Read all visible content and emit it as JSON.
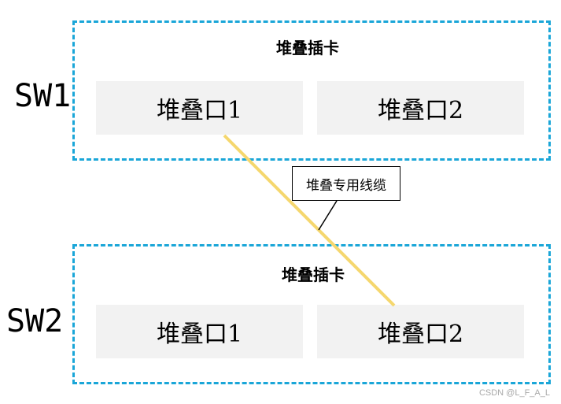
{
  "colors": {
    "switch_border": "#1aa6d8",
    "port_fill": "#f2f2f2",
    "cable": "#f5d76e",
    "text": "#000000",
    "watermark": "#a8a8a8"
  },
  "switches": [
    {
      "label": "SW1",
      "card_title": "堆叠插卡",
      "ports": [
        "堆叠口1",
        "堆叠口2"
      ]
    },
    {
      "label": "SW2",
      "card_title": "堆叠插卡",
      "ports": [
        "堆叠口1",
        "堆叠口2"
      ]
    }
  ],
  "cable": {
    "label": "堆叠专用线缆",
    "from": "SW1 堆叠口1",
    "to": "SW2 堆叠口2"
  },
  "watermark": "CSDN @L_F_A_L"
}
